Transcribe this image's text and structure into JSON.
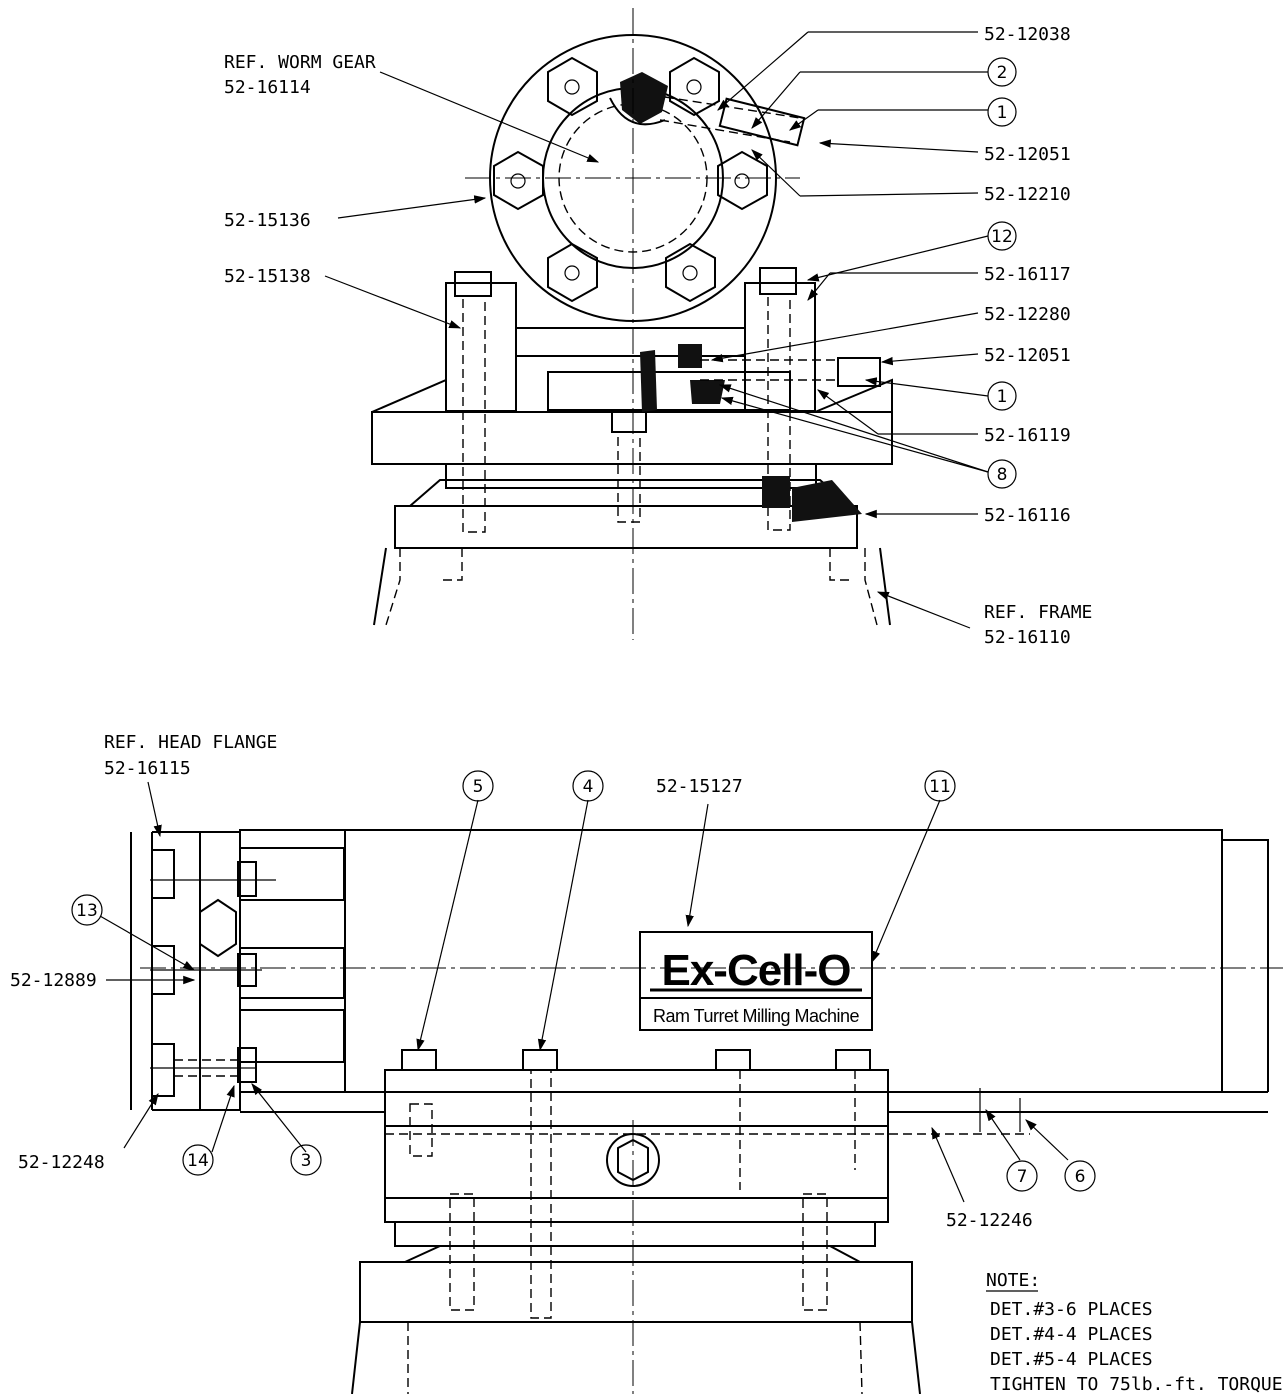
{
  "top_view": {
    "labels": {
      "ref_worm_gear_title": "REF. WORM GEAR",
      "ref_worm_gear_part": "52-16114",
      "p_52_12038": "52-12038",
      "c2": "2",
      "c1a": "1",
      "p_52_12051a": "52-12051",
      "p_52_12210": "52-12210",
      "p_52_15136": "52-15136",
      "c12": "12",
      "p_52_15138": "52-15138",
      "p_52_16117": "52-16117",
      "p_52_12280": "52-12280",
      "p_52_12051b": "52-12051",
      "c1b": "1",
      "p_52_16119": "52-16119",
      "c8": "8",
      "p_52_16116": "52-16116",
      "ref_frame_title": "REF. FRAME",
      "ref_frame_part": "52-16110"
    }
  },
  "side_view": {
    "labels": {
      "ref_head_flange_title": "REF. HEAD FLANGE",
      "ref_head_flange_part": "52-16115",
      "c5": "5",
      "c4": "4",
      "p_52_15127": "52-15127",
      "c11": "11",
      "c13": "13",
      "p_52_12889": "52-12889",
      "p_52_12248": "52-12248",
      "c14": "14",
      "c3": "3",
      "c7": "7",
      "c6": "6",
      "p_52_12246": "52-12246"
    },
    "nameplate": {
      "brand": "Ex-Cell-O",
      "subtitle": "Ram Turret Milling Machine"
    }
  },
  "note": {
    "title": "NOTE:",
    "lines": [
      "DET.#3-6 PLACES",
      "DET.#4-4 PLACES",
      "DET.#5-4 PLACES",
      "TIGHTEN TO 75lb.-ft. TORQUE"
    ]
  }
}
